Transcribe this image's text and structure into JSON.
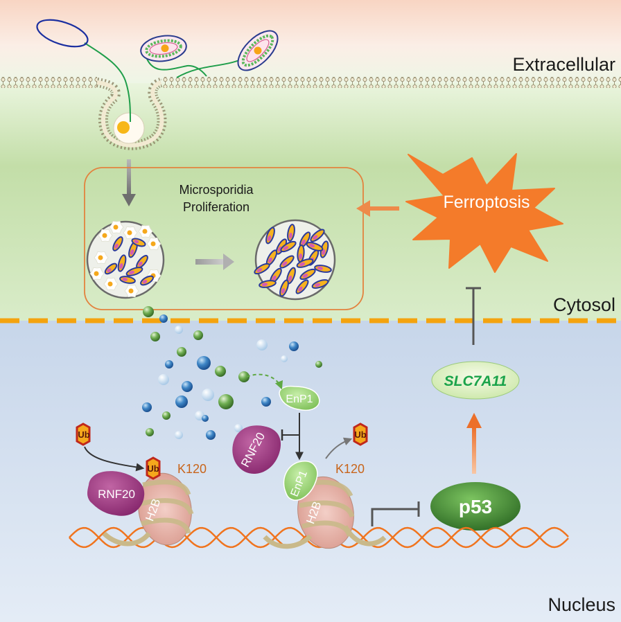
{
  "regions": {
    "extracellular": "Extracellular",
    "cytosol": "Cytosol",
    "nucleus": "Nucleus"
  },
  "proliferation": {
    "line1": "Microsporidia",
    "line2": "Proliferation"
  },
  "ferroptosis": "Ferroptosis",
  "slc7a11": "SLC7A11",
  "p53": "p53",
  "enp1": "EnP1",
  "rnf20": "RNF20",
  "ub": "Ub",
  "h2b": "H2B",
  "k120": "K120",
  "colors": {
    "extracellular_bg": "#f6dccb",
    "cytosol_bg": "#d6e9c4",
    "nucleus_bg": "#cfdcee",
    "ferroptosis": "#f47b2a",
    "rnf20": "#9c2f7e",
    "enp1": "#8fd164",
    "p53": "#3f8a33",
    "dna": "#f0741e",
    "nucleosome": "#e8b0a4",
    "ub": "#f5a81c",
    "k120": "#c8641a"
  },
  "icons": [
    "spore-icon",
    "polar-tube-icon",
    "endocytosis-vesicle-icon",
    "parasitophorous-vacuole-icon",
    "ferroptosis-burst-icon",
    "nucleosome-icon",
    "dna-helix-icon",
    "ub-hexagon-icon",
    "inhibition-arrow-icon"
  ]
}
